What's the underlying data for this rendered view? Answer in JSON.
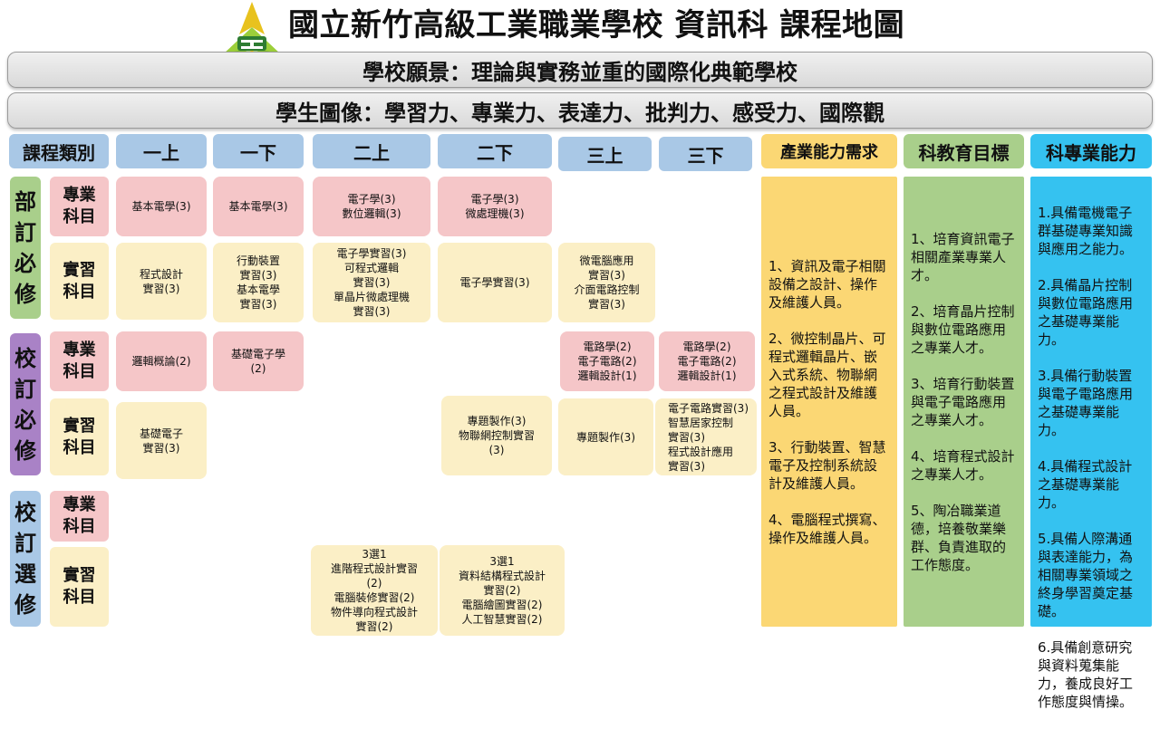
{
  "header": {
    "title": "國立新竹高級工業職業學校 資訊科 課程地圖",
    "vision": "學校願景：理論與實務並重的國際化典範學校",
    "portrait": "學生圖像：學習力、專業力、表達力、批判力、感受力、國際觀"
  },
  "colors": {
    "blue": "#a9c8e6",
    "pink": "#f5c6c8",
    "cream": "#fbefc6",
    "yellow": "#fbd774",
    "green": "#a9cf8b",
    "purple": "#a982c6",
    "cyan": "#35c2f0"
  },
  "columns": {
    "category": "課程類別",
    "g1a": "一上",
    "g1b": "一下",
    "g2a": "二上",
    "g2b": "二下",
    "g3a": "三上",
    "g3b": "三下",
    "industry": "產業能力需求",
    "dept_goal": "科教育目標",
    "dept_skill": "科專業能力"
  },
  "groups": {
    "required_ministry": "部\n訂\n必\n修",
    "required_school": "校\n訂\n必\n修",
    "elective_school": "校\n訂\n選\n修",
    "theory": "專業\n科目",
    "practice": "實習\n科目"
  },
  "cells": {
    "bs_g1a": "基本電學(3)",
    "bs_g1b": "基本電學(3)",
    "bs_g2a": "電子學(3)\n數位邏輯(3)",
    "bs_g2b": "電子學(3)\n微處理機(3)",
    "bp_g1a": "程式設計\n實習(3)",
    "bp_g1b": "行動裝置\n實習(3)\n基本電學\n實習(3)",
    "bp_g2a": "電子學實習(3)\n可程式邏輯\n實習(3)\n單晶片微處理機\n實習(3)",
    "bp_g2b": "電子學實習(3)",
    "bp_g3a": "微電腦應用\n實習(3)\n介面電路控制\n實習(3)",
    "ss_g1a": "邏輯概論(2)",
    "ss_g1b": "基礎電子學\n(2)",
    "ss_g3a": "電路學(2)\n電子電路(2)\n邏輯設計(1)",
    "ss_g3b": "電路學(2)\n電子電路(2)\n邏輯設計(1)",
    "sp_g1a": "基礎電子\n實習(3)",
    "sp_g2b": "專題製作(3)\n物聯網控制實習\n(3)",
    "sp_g3a": "專題製作(3)",
    "sp_g3b": "電子電路實習(3)\n智慧居家控制\n實習(3)\n程式設計應用\n實習(3)",
    "ep_g2a": "3選1\n進階程式設計實習\n(2)\n電腦裝修實習(2)\n物件導向程式設計\n實習(2)",
    "ep_g2b": "3選1\n資料結構程式設計\n實習(2)\n電腦繪圖實習(2)\n人工智慧實習(2)"
  },
  "industry_needs": "1、資訊及電子相關設備之設計、操作及維護人員。\n\n2、微控制晶片、可程式邏輯晶片、嵌入式系統、物聯網之程式設計及維護人員。\n\n3、行動裝置、智慧電子及控制系統設計及維護人員。\n\n4、電腦程式撰寫、操作及維護人員。",
  "education_goals": "1、培育資訊電子相關產業專業人才。\n\n2、培育晶片控制與數位電路應用之專業人才。\n\n3、培育行動裝置與電子電路應用之專業人才。\n\n4、培育程式設計之專業人才。\n\n5、陶冶職業道德，培養敬業樂群、負責進取的工作態度。",
  "professional_skills": "1.具備電機電子群基礎專業知識與應用之能力。\n\n2.具備晶片控制與數位電路應用之基礎專業能力。\n\n3.具備行動裝置與電子電路應用之基礎專業能力。\n\n4.具備程式設計之基礎專業能力。\n\n5.具備人際溝通與表達能力，為相關專業領域之終身學習奠定基礎。\n\n6.具備創意研究與資料蒐集能力，養成良好工作態度與情操。"
}
